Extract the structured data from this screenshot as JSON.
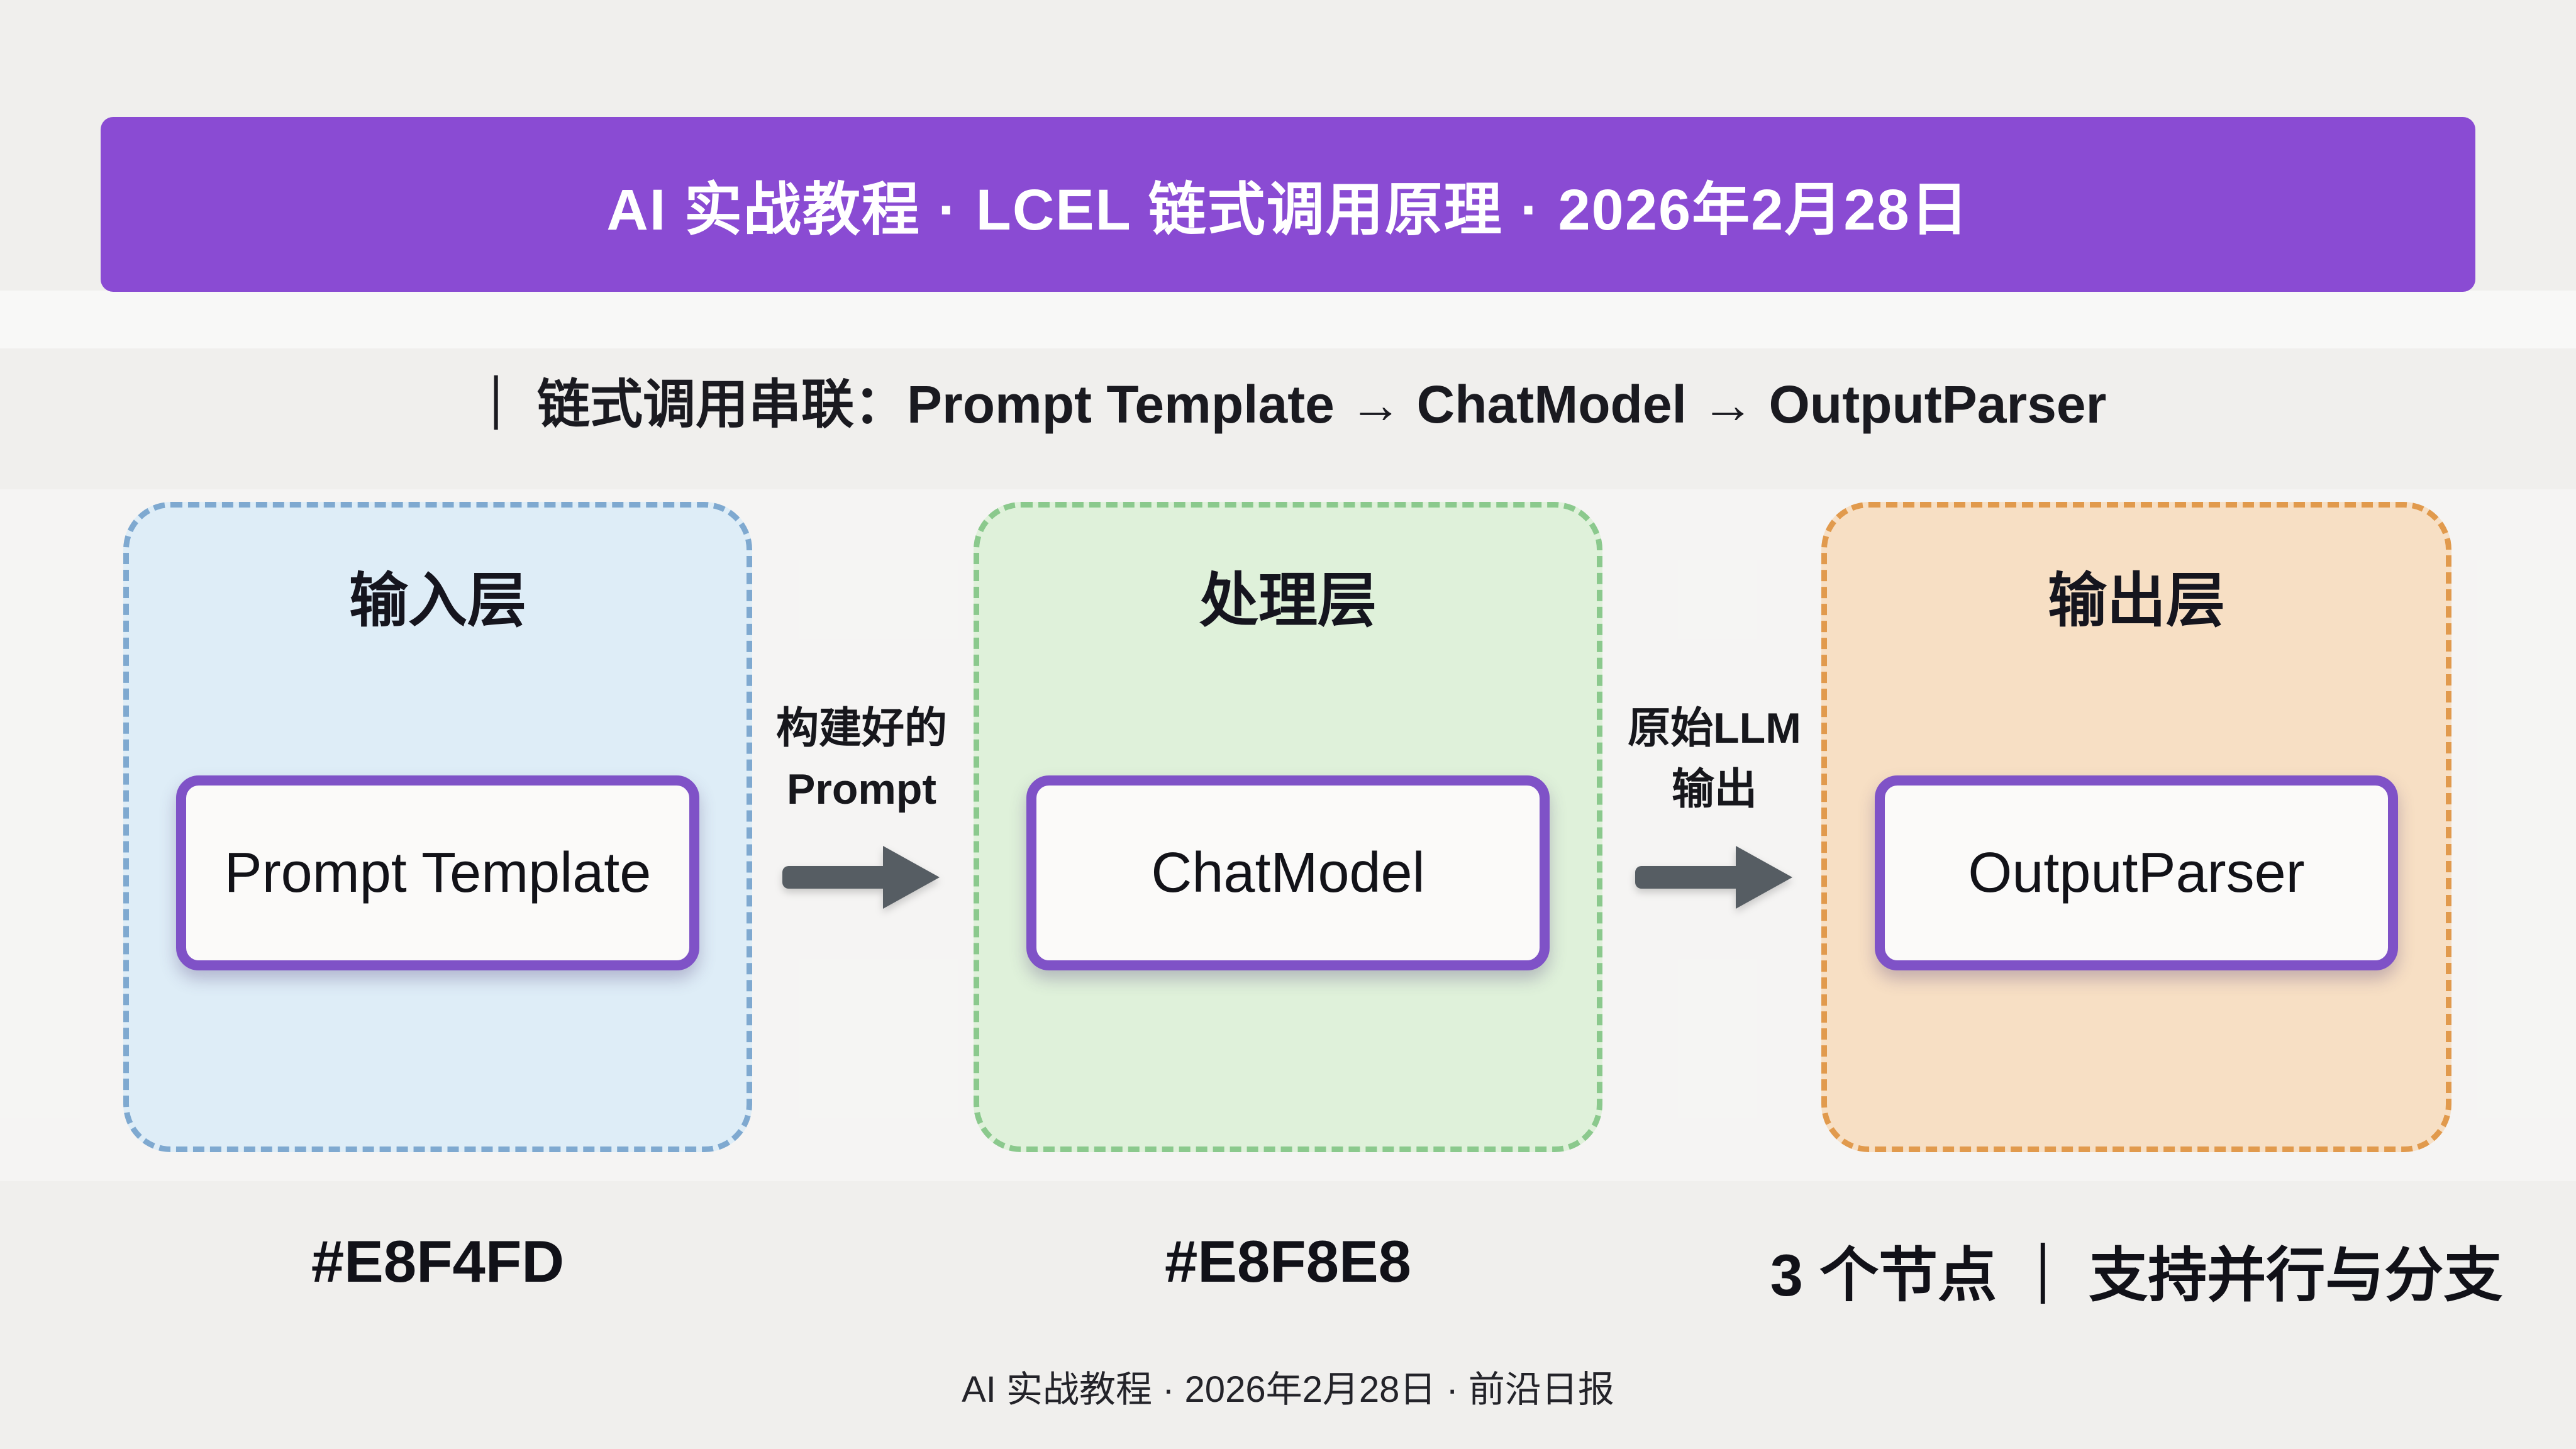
{
  "page": {
    "background": "#F0EFED"
  },
  "header": {
    "title": "AI 实战教程 · LCEL 链式调用原理 · 2026年2月28日",
    "background": "#8A4BD3",
    "text_color": "#FFFFFF"
  },
  "subtitle": {
    "text": "｜ 链式调用串联：Prompt Template → ChatModel → OutputParser"
  },
  "layers": [
    {
      "id": "input",
      "title": "输入层",
      "node_label": "Prompt Template",
      "fill": "#DEEDF7",
      "border": "#7FA9D0",
      "footnote": "#E8F4FD"
    },
    {
      "id": "process",
      "title": "处理层",
      "node_label": "ChatModel",
      "fill": "#DFF1DA",
      "border": "#8BC98D",
      "footnote": "#E8F8E8"
    },
    {
      "id": "output",
      "title": "输出层",
      "node_label": "OutputParser",
      "fill": "#F7DFC4",
      "border": "#E19A4D",
      "footnote": "3 个节点 ｜ 支持并行与分支"
    }
  ],
  "node_style": {
    "border": "#7F52C7",
    "fill": "#FBFAF9"
  },
  "arrows": [
    {
      "lines": [
        "构建好的",
        "Prompt"
      ]
    },
    {
      "lines": [
        "原始LLM",
        "输出"
      ]
    }
  ],
  "arrow_color": "#565D63",
  "footer": {
    "text": "AI 实战教程 · 2026年2月28日 · 前沿日报"
  }
}
